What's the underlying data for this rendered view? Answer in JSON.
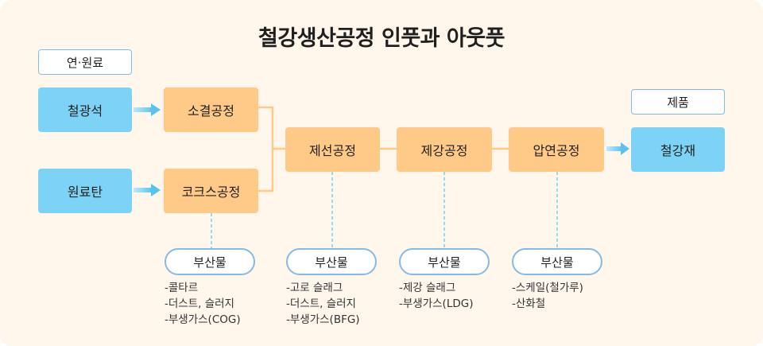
{
  "title": "철강생산공정 인풋과 아웃풋",
  "labels": {
    "input": "연·원료",
    "product": "제품"
  },
  "inputs": {
    "ore": "철광석",
    "coal": "원료탄"
  },
  "processes": {
    "sinter": "소결공정",
    "coke": "코크스공정",
    "iron": "제선공정",
    "steel": "제강공정",
    "rolling": "압연공정"
  },
  "output": "철강재",
  "byproduct_label": "부산물",
  "byproducts": {
    "coke": [
      "-콜타르",
      "-더스트, 슬러지",
      "-부생가스(COG)"
    ],
    "iron": [
      "-고로 슬래그",
      "-더스트, 슬러지",
      "-부생가스(BFG)"
    ],
    "steel": [
      "-제강 슬래그",
      "-부생가스(LDG)"
    ],
    "rolling": [
      "-스케일(철가루)",
      "-산화철"
    ]
  },
  "colors": {
    "input": "#7dd3f5",
    "process": "#ffc987",
    "connector": "#ffc987",
    "arrow": "#7dd3f5",
    "dashed": "#7dd3f5",
    "background": "#fff7ec"
  }
}
